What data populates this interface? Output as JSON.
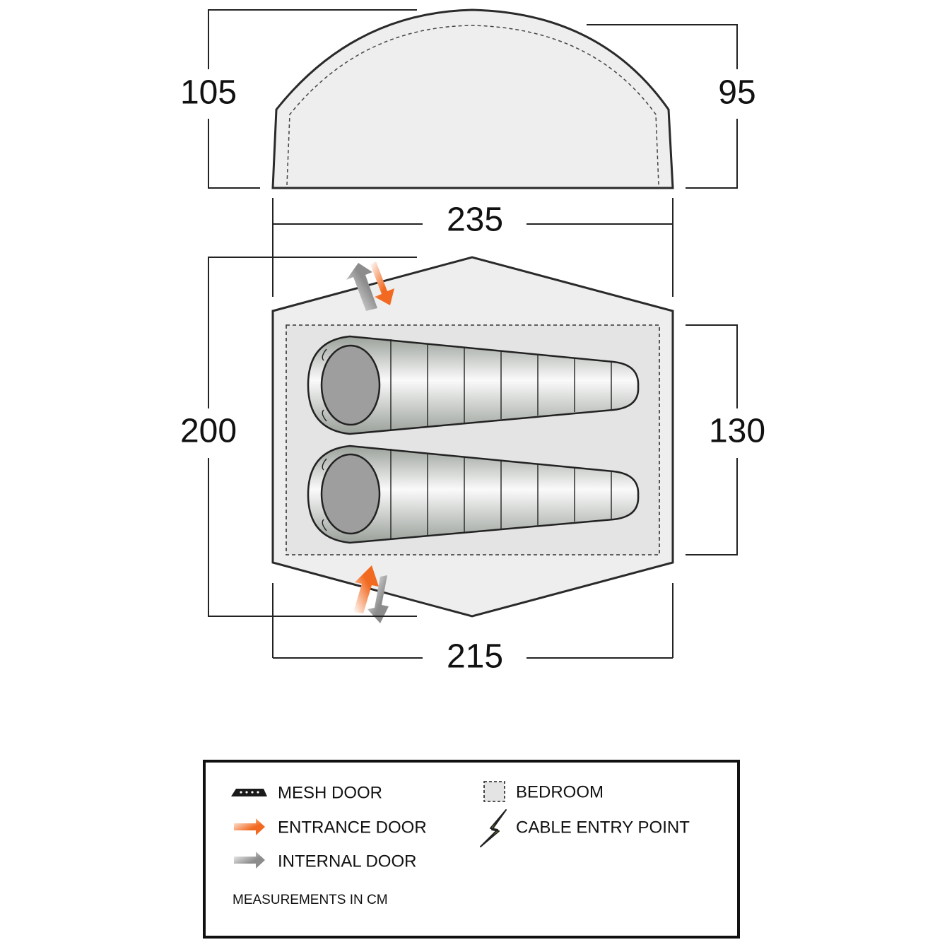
{
  "dimensions": {
    "height_left": "105",
    "height_right": "95",
    "width_top": "235",
    "length_left": "200",
    "length_right": "130",
    "width_bottom": "215"
  },
  "legend": {
    "items": [
      {
        "icon": "mesh-door-icon",
        "label": "MESH DOOR"
      },
      {
        "icon": "entrance-door-arrow-icon",
        "label": "ENTRANCE DOOR"
      },
      {
        "icon": "internal-door-arrow-icon",
        "label": "INTERNAL DOOR"
      },
      {
        "icon": "bedroom-icon",
        "label": "BEDROOM"
      },
      {
        "icon": "cable-entry-lightning-icon",
        "label": "CABLE ENTRY POINT"
      }
    ],
    "note": "MEASUREMENTS IN CM"
  },
  "colors": {
    "entrance": "#f26a21",
    "internal": "#8c8c8c",
    "tent_fill": "#eeeeee",
    "outline": "#2a2a2a",
    "cable": "#d7f02a"
  }
}
